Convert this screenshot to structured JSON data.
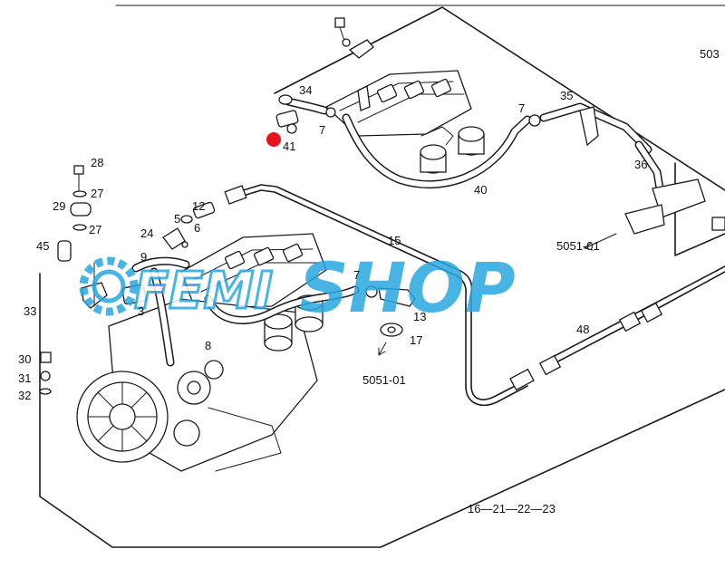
{
  "labels": {
    "top_right": "503",
    "l34": "34",
    "l7a": "7",
    "l41": "41",
    "l7b": "7",
    "l35": "35",
    "l36": "36",
    "l40": "40",
    "ref_top": "5051-01",
    "l28": "28",
    "l27a": "27",
    "l29": "29",
    "l27b": "27",
    "l45": "45",
    "l12": "12",
    "l5": "5",
    "l6": "6",
    "l24": "24",
    "l9": "9",
    "l15": "15",
    "l33": "33",
    "l3": "3",
    "l7c": "7",
    "l13": "13",
    "l17": "17",
    "l48": "48",
    "l8": "8",
    "l30": "30",
    "l31": "31",
    "l32": "32",
    "ref_mid": "5051-01",
    "bottom_ref": "16—21—22—23"
  },
  "watermark": {
    "prefix": "FEMI",
    "suffix": "SHOP",
    "color": "#29a8e0"
  },
  "marker_color": "#e8141c"
}
